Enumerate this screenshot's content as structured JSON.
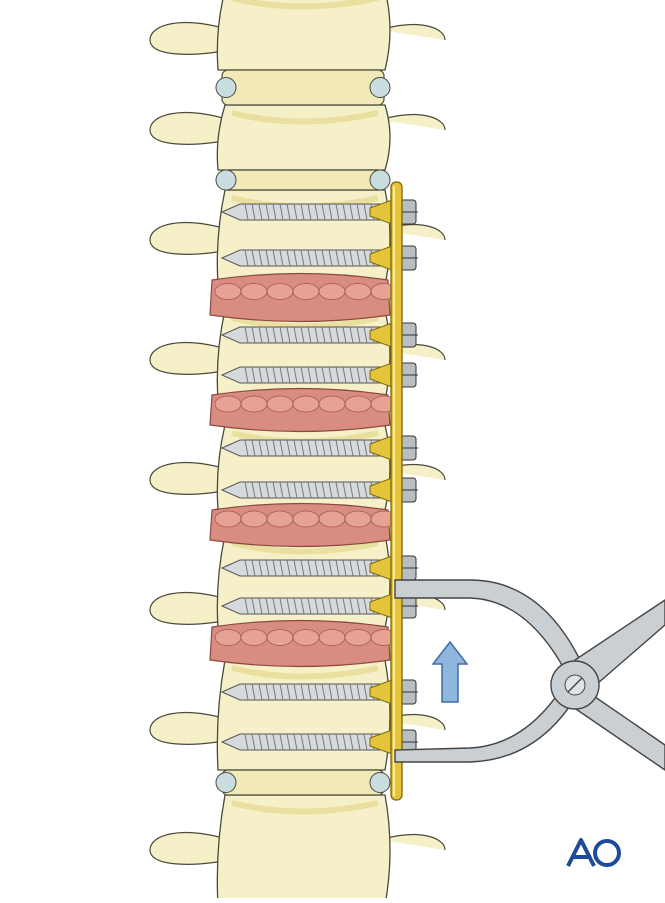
{
  "figure": {
    "subject": "spinal-fixation-reduction-illustration",
    "logo": {
      "text": "AO",
      "color": "#1f4a9a"
    },
    "colors": {
      "bone": "#f6f0c9",
      "bone_outline": "#4a4a3a",
      "bone_shade": "#e9df9f",
      "disc": "#c9dde0",
      "graft": "#d98c80",
      "rod": "#e3c43a",
      "screw": "#d6dadc",
      "instrument": "#c9cfd3",
      "arrow": "#8fb6dc"
    },
    "arrow_direction": "up"
  }
}
